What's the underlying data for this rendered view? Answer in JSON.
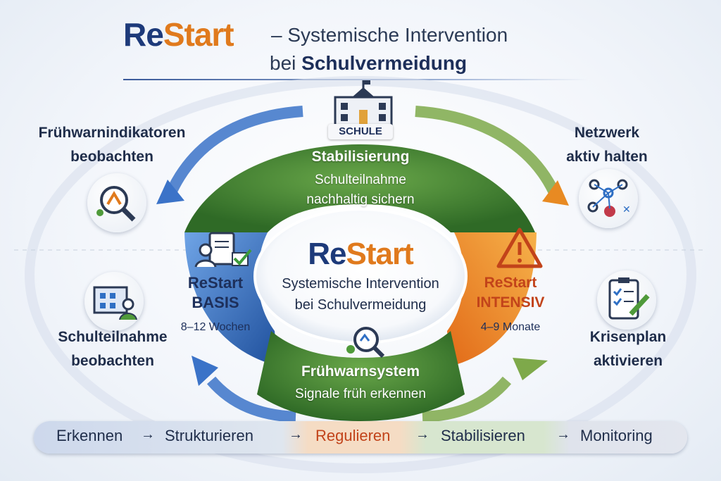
{
  "title": {
    "brand_re": "Re",
    "brand_start": "Start",
    "line1": "– Systemische Intervention",
    "line2_prefix": "bei ",
    "line2_bold": "Schulvermeidung"
  },
  "center": {
    "brand_re": "Re",
    "brand_start": "Start",
    "line1": "Systemische Intervention",
    "line2": "bei Schulvermeidung"
  },
  "top": {
    "badge": "SCHULE",
    "heading": "Stabilisierung",
    "line1": "Schulteilnahme",
    "line2": "nachhaltig sichern"
  },
  "bottom": {
    "heading": "Frühwarnsystem",
    "line1": "Signale früh erkennen"
  },
  "basis": {
    "line1": "ReStart",
    "line2": "BASIS",
    "duration": "8–12 Wochen"
  },
  "intensiv": {
    "line1": "ReStart",
    "line2": "INTENSIV",
    "duration": "4–9 Monate"
  },
  "outer": {
    "top_left": [
      "Frühwarnindikatoren",
      "beobachten"
    ],
    "bottom_left": [
      "Schulteilnahme",
      "beobachten"
    ],
    "top_right": [
      "Netzwerk",
      "aktiv halten"
    ],
    "bottom_right": [
      "Krisenplan",
      "aktivieren"
    ]
  },
  "steps": [
    "Erkennen",
    "Strukturieren",
    "Regulieren",
    "Stabilisieren",
    "Monitoring"
  ],
  "step_arrow": "→",
  "colors": {
    "navy": "#1d3a7a",
    "orange": "#e07a1d",
    "green": "#4f8a2e",
    "blue": "#2f6fc4",
    "red": "#c2431a"
  },
  "icons": [
    "school-icon",
    "magnifier-alert-icon",
    "network-icon",
    "school-person-icon",
    "checklist-icon",
    "documents-check-icon",
    "warning-icon",
    "magnifier-signal-icon"
  ]
}
